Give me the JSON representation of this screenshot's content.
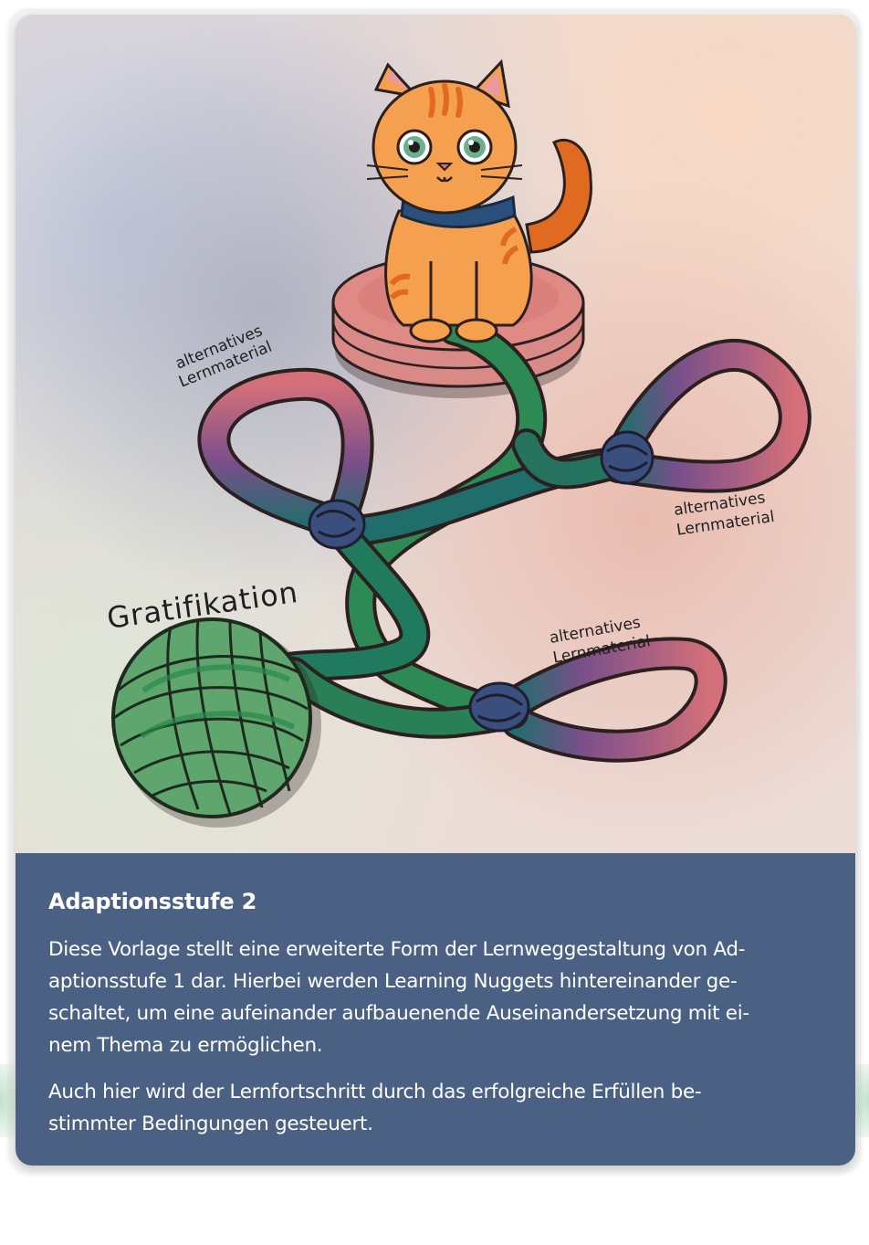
{
  "illustration": {
    "labels": {
      "alt_top_left_line1": "alternatives",
      "alt_top_left_line2": "Lernmaterial",
      "alt_right_line1": "alternatives",
      "alt_right_line2": "Lernmaterial",
      "alt_bottom_line1": "alternatives",
      "alt_bottom_line2": "Lernmaterial",
      "gratification": "Gratifikation"
    },
    "colors": {
      "cat_fur": "#f4a04e",
      "cat_stripes": "#e06a20",
      "collar": "#2a4f7a",
      "platform": "#e08a86",
      "rope_green": "#2d8a55",
      "rope_teal": "#1f6e6c",
      "loop_pink": "#d4707a",
      "loop_purple": "#7a4f8a",
      "knot": "#3a4f7e",
      "yarn_ball": "#5ea66e"
    }
  },
  "panel": {
    "title": "Adaptionsstufe 2",
    "paragraph1": [
      "Diese Vorlage stellt eine erweiterte Form der Lernweggestaltung von Ad-",
      "aptionsstufe 1 dar. Hierbei werden Learning Nuggets hintereinander ge-",
      "schaltet, um eine aufeinander aufbauenende Auseinandersetzung mit ei-",
      "nem Thema zu ermöglichen."
    ],
    "paragraph2": [
      "Auch hier wird der Lernfortschritt durch das erfolgreiche Erfüllen be-",
      "stimmter Bedingungen gesteuert."
    ],
    "background": "#4a6184"
  }
}
